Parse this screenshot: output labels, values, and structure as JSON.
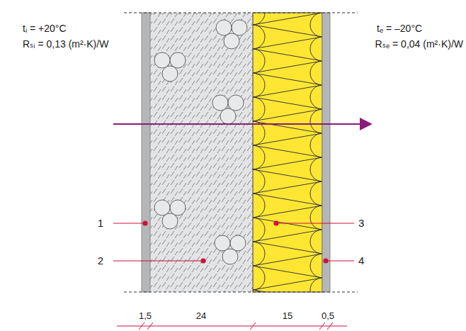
{
  "diagram": {
    "labels": [
      "tᵢ = +20°C",
      "Rₛᵢ = 0,13 (m²·K)/W",
      "tₑ = –20°C",
      "Rₛₑ = 0,04 (m²·K)/W",
      "1",
      "2",
      "3",
      "4",
      "1,5",
      "24",
      "15",
      "0,5"
    ]
  }
}
